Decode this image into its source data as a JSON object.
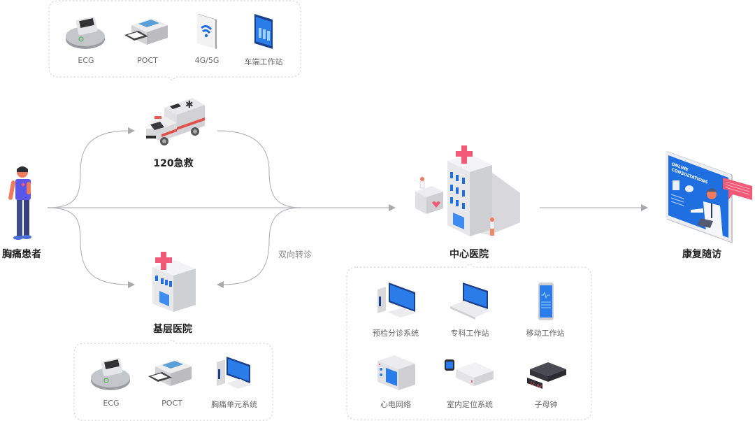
{
  "nodes": {
    "patient": "胸痛患者",
    "ambulance": "120急救",
    "primary_hospital": "基层医院",
    "central_hospital": "中心医院",
    "rehab": "康复随访"
  },
  "edge_labels": {
    "two_way_referral": "双向转诊"
  },
  "ambulance_devices": [
    {
      "label": "ECG",
      "icon": "ecg-monitor-icon"
    },
    {
      "label": "POCT",
      "icon": "poct-analyzer-icon"
    },
    {
      "label": "4G/5G",
      "icon": "wifi-tablet-icon"
    },
    {
      "label": "车端工作站",
      "icon": "tablet-workstation-icon"
    }
  ],
  "primary_devices": [
    {
      "label": "ECG",
      "icon": "ecg-monitor-icon"
    },
    {
      "label": "POCT",
      "icon": "poct-analyzer-icon"
    },
    {
      "label": "胸痛单元系统",
      "icon": "desktop-computer-icon"
    }
  ],
  "central_devices": [
    {
      "label": "预检分诊系统",
      "icon": "desktop-computer-icon"
    },
    {
      "label": "专科工作站",
      "icon": "laptop-icon"
    },
    {
      "label": "移动工作站",
      "icon": "smartphone-icon"
    },
    {
      "label": "心电网络",
      "icon": "ecg-network-device-icon"
    },
    {
      "label": "室内定位系统",
      "icon": "positioning-device-icon"
    },
    {
      "label": "子母钟",
      "icon": "digital-clock-icon"
    }
  ],
  "rehab_screen_text": [
    "ONLINE",
    "CONSULTATIONS"
  ],
  "colors": {
    "line": "#b8b8bc",
    "arrow": "#a9a9ae",
    "cross": "#f05a78",
    "screen_blue": "#1f6fe0",
    "box_border": "#c8c8c8"
  }
}
